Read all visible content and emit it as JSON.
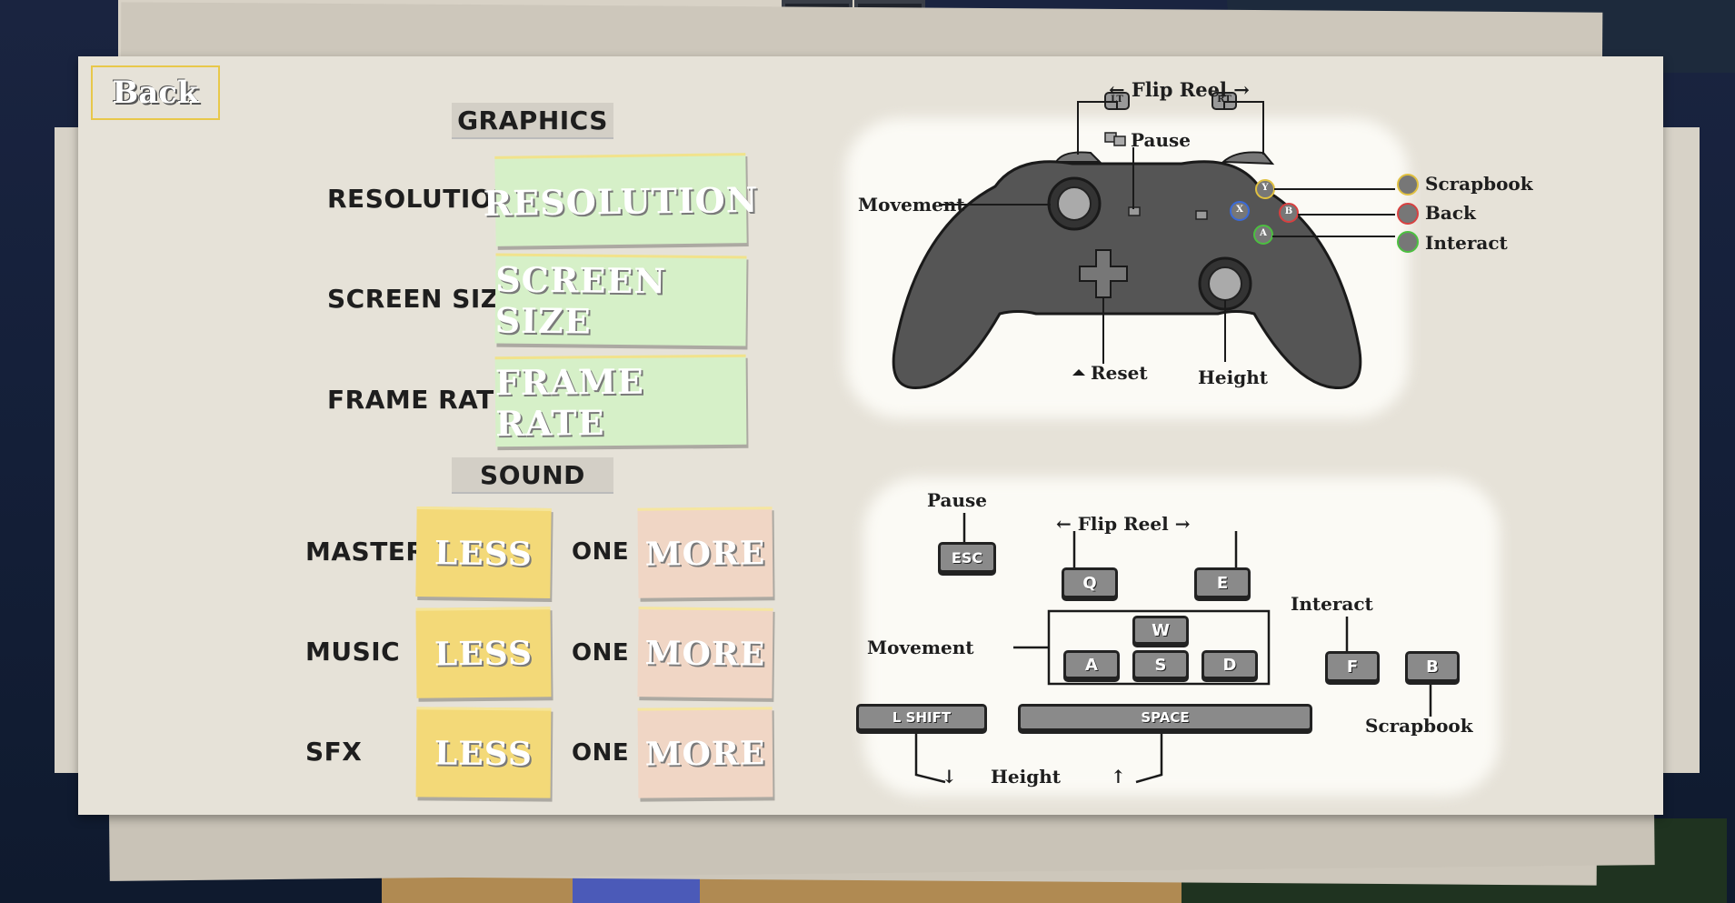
{
  "back_label": "Back",
  "graphics": {
    "title": "GRAPHICS",
    "rows": [
      {
        "label": "RESOLUTION",
        "button": "RESOLUTION"
      },
      {
        "label": "SCREEN SIZE",
        "button": "SCREEN SIZE"
      },
      {
        "label": "FRAME RATE",
        "button": "FRAME RATE"
      }
    ]
  },
  "sound": {
    "title": "SOUND",
    "rows": [
      {
        "label": "MASTER",
        "less": "LESS",
        "value": "ONE",
        "more": "MORE"
      },
      {
        "label": "MUSIC",
        "less": "LESS",
        "value": "ONE",
        "more": "MORE"
      },
      {
        "label": "SFX",
        "less": "LESS",
        "value": "ONE",
        "more": "MORE"
      }
    ]
  },
  "controller": {
    "flip_reel": "← Flip Reel →",
    "lt": "LT",
    "rt": "RT",
    "pause": "Pause",
    "movement": "Movement",
    "scrapbook": "Scrapbook",
    "back": "Back",
    "interact": "Interact",
    "reset": "Reset",
    "height": "Height",
    "btn_y": "Y",
    "btn_b": "B",
    "btn_a": "A",
    "btn_x": "X"
  },
  "keyboard": {
    "pause": "Pause",
    "esc": "ESC",
    "flip_reel": "← Flip Reel →",
    "q": "Q",
    "e": "E",
    "interact": "Interact",
    "movement": "Movement",
    "w": "W",
    "a": "A",
    "s": "S",
    "d": "D",
    "f": "F",
    "b": "B",
    "lshift": "L SHIFT",
    "space": "SPACE",
    "scrapbook": "Scrapbook",
    "height_down": "↓",
    "height": "Height",
    "height_up": "↑"
  },
  "colors": {
    "note_green": "#d6f0c8",
    "note_yellow": "#f3d978",
    "note_pink": "#f0d6c5",
    "paper": "#e6e2d8",
    "btn_y": "#e0c040",
    "btn_b": "#d84040",
    "btn_a": "#4cc040",
    "btn_x": "#3a6ad8"
  }
}
